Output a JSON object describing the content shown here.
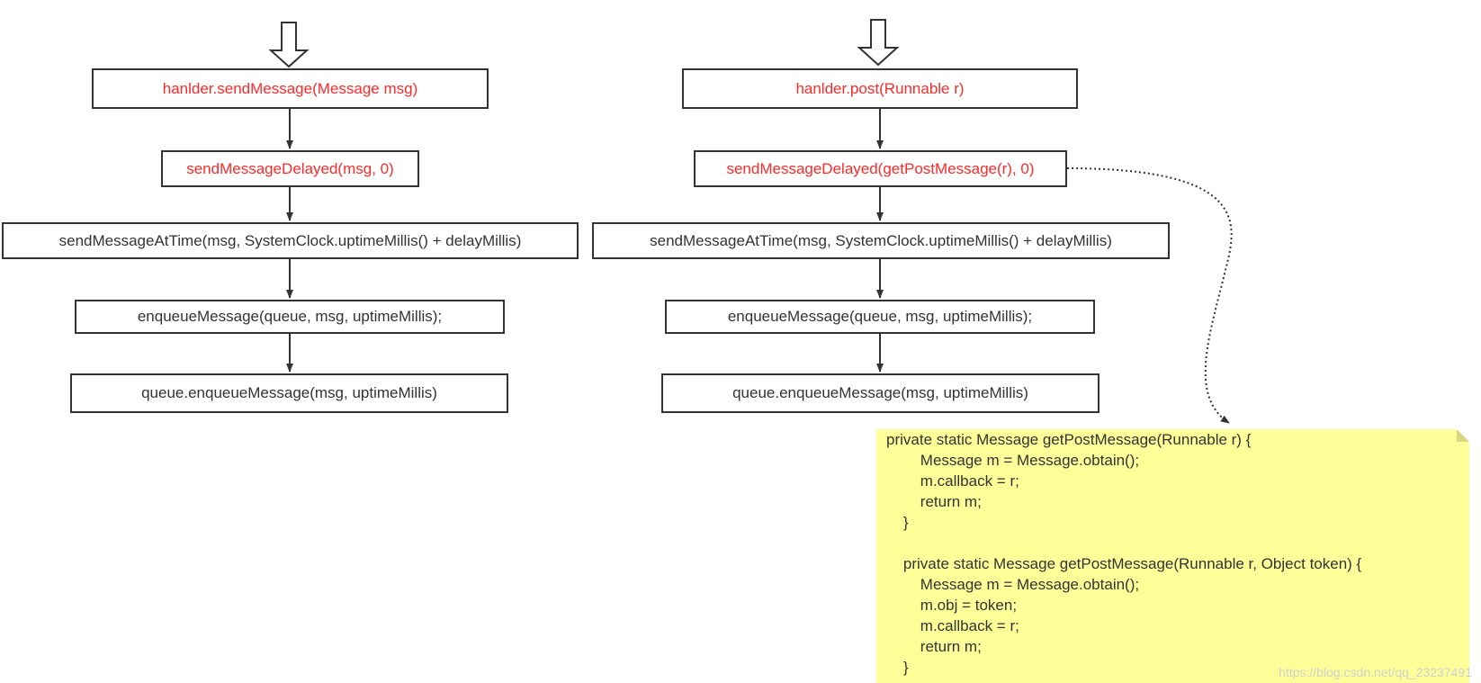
{
  "colors": {
    "highlight_text": "#ff2a2a",
    "normal_text": "#333333",
    "note_background": "#ffff99"
  },
  "left_flow": {
    "step1": "hanlder.sendMessage(Message msg)",
    "step2": "sendMessageDelayed(msg, 0)",
    "step3": "sendMessageAtTime(msg, SystemClock.uptimeMillis() + delayMillis)",
    "step4": "enqueueMessage(queue, msg, uptimeMillis);",
    "step5": "queue.enqueueMessage(msg, uptimeMillis)"
  },
  "right_flow": {
    "step1": "hanlder.post(Runnable r)",
    "step2": "sendMessageDelayed(getPostMessage(r), 0)",
    "step3": "sendMessageAtTime(msg, SystemClock.uptimeMillis() + delayMillis)",
    "step4": "enqueueMessage(queue, msg, uptimeMillis);",
    "step5": "queue.enqueueMessage(msg, uptimeMillis)"
  },
  "note": {
    "code": "private static Message getPostMessage(Runnable r) {\n        Message m = Message.obtain();\n        m.callback = r;\n        return m;\n    }\n\n    private static Message getPostMessage(Runnable r, Object token) {\n        Message m = Message.obtain();\n        m.obj = token;\n        m.callback = r;\n        return m;\n    }"
  },
  "watermark": "https://blog.csdn.net/qq_23237491"
}
